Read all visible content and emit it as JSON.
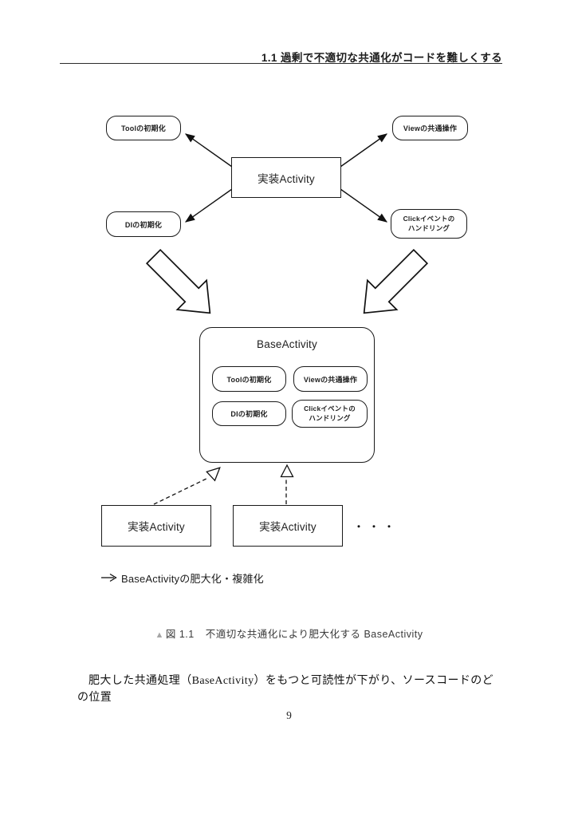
{
  "page": {
    "header": "1.1 過剰で不適切な共通化がコードを難しくする",
    "page_number": "9",
    "body_text": "肥大した共通処理（BaseActivity）をもつと可読性が下がり、ソースコードのどの位置",
    "caption": {
      "marker": "▲",
      "figure_label": "図 1.1",
      "text": "不適切な共通化により肥大化する BaseActivity"
    },
    "legend": {
      "text": "BaseActivityの肥大化・複雑化"
    }
  },
  "diagram": {
    "impl_activity": "実装Activity",
    "labels": {
      "tool_init": "Toolの初期化",
      "view_ops": "Viewの共通操作",
      "di_init": "DIの初期化",
      "click_line1": "Clickイベントの",
      "click_line2": "ハンドリング"
    },
    "base_activity_title": "BaseActivity",
    "bottom": {
      "impl_left": "実装Activity",
      "impl_right": "実装Activity",
      "ellipsis": "・・・"
    }
  },
  "colors": {
    "ink": "#1a1a1a",
    "caption_marker": "#a6a6a6",
    "background": "#ffffff"
  }
}
